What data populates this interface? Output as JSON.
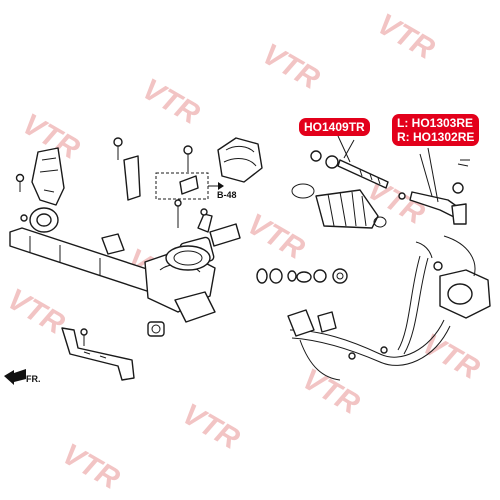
{
  "watermark": "VTR",
  "labels": {
    "b48": "B-48",
    "fr": "FR."
  },
  "callouts": {
    "tie_rod": "HO1409TR",
    "tie_rod_end_left": "L: HO1303RE",
    "tie_rod_end_right": "R: HO1302RE"
  },
  "colors": {
    "callout_bg": "#e3001b",
    "callout_text": "#ffffff",
    "watermark": "#f2c4c4",
    "line_art": "#1a1a1a"
  }
}
